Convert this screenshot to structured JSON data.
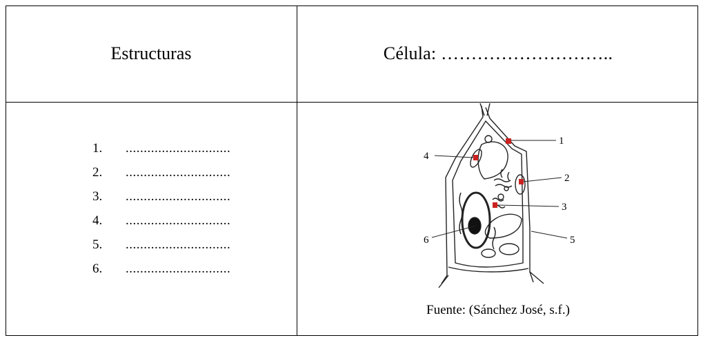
{
  "table": {
    "header_left": "Estructuras",
    "header_right": "Célula: ………………………..",
    "items": [
      {
        "num": "1.",
        "blank": "............................."
      },
      {
        "num": "2.",
        "blank": "............................."
      },
      {
        "num": "3.",
        "blank": "............................."
      },
      {
        "num": "4.",
        "blank": "............................."
      },
      {
        "num": "5.",
        "blank": "............................."
      },
      {
        "num": "6.",
        "blank": "............................."
      }
    ],
    "caption": "Fuente: (Sánchez José, s.f.)"
  },
  "diagram": {
    "labels": [
      "1",
      "2",
      "3",
      "4",
      "5",
      "6"
    ],
    "marker_color": "#cc2222"
  }
}
